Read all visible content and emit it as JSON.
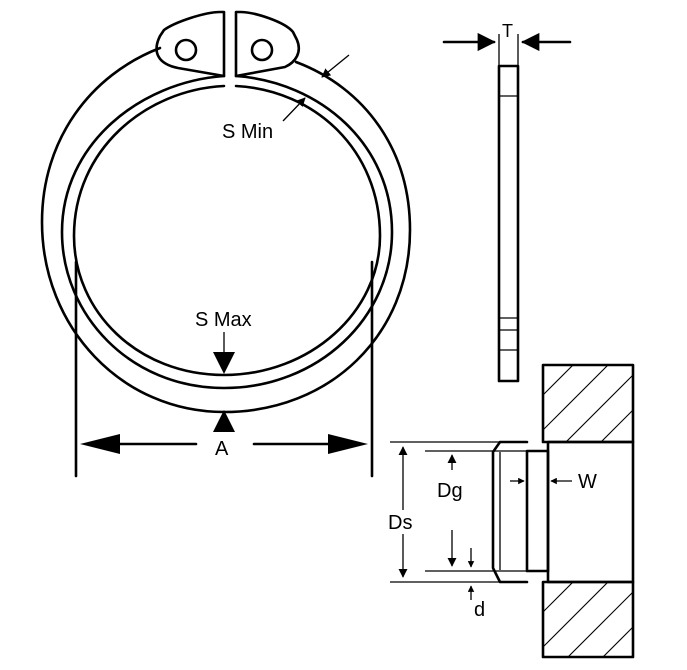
{
  "diagram": {
    "labels": {
      "s_min": "S Min",
      "s_max": "S Max",
      "a": "A",
      "t": "T",
      "dg": "Dg",
      "ds": "Ds",
      "w": "W",
      "d": "d"
    },
    "colors": {
      "line": "#000000",
      "background": "#ffffff"
    }
  }
}
